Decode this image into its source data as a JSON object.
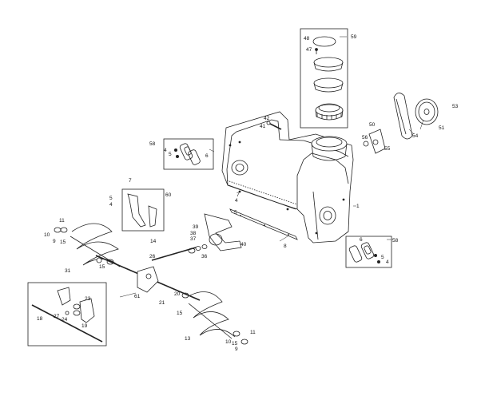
{
  "diagram": {
    "part_labels": [
      {
        "id": "l1",
        "text": "1"
      },
      {
        "id": "l4a",
        "text": "4"
      },
      {
        "id": "l4b",
        "text": "4"
      },
      {
        "id": "l4c",
        "text": "4"
      },
      {
        "id": "l4d",
        "text": "4"
      },
      {
        "id": "l5a",
        "text": "5"
      },
      {
        "id": "l5b",
        "text": "5"
      },
      {
        "id": "l5c",
        "text": "5"
      },
      {
        "id": "l5d",
        "text": "5"
      },
      {
        "id": "l6a",
        "text": "6"
      },
      {
        "id": "l6b",
        "text": "6"
      },
      {
        "id": "l7a",
        "text": "7"
      },
      {
        "id": "l7b",
        "text": "7"
      },
      {
        "id": "l8",
        "text": "8"
      },
      {
        "id": "l9a",
        "text": "9"
      },
      {
        "id": "l9b",
        "text": "9"
      },
      {
        "id": "l10a",
        "text": "10"
      },
      {
        "id": "l10b",
        "text": "10"
      },
      {
        "id": "l11a",
        "text": "11"
      },
      {
        "id": "l11b",
        "text": "11"
      },
      {
        "id": "l13",
        "text": "13"
      },
      {
        "id": "l14",
        "text": "14"
      },
      {
        "id": "l15a",
        "text": "15"
      },
      {
        "id": "l15b",
        "text": "15"
      },
      {
        "id": "l15c",
        "text": "15"
      },
      {
        "id": "l15d",
        "text": "15"
      },
      {
        "id": "l18",
        "text": "18"
      },
      {
        "id": "l19",
        "text": "19"
      },
      {
        "id": "l20",
        "text": "20"
      },
      {
        "id": "l21",
        "text": "21"
      },
      {
        "id": "l23",
        "text": "23"
      },
      {
        "id": "l24",
        "text": "24"
      },
      {
        "id": "l26",
        "text": "26"
      },
      {
        "id": "l27",
        "text": "27"
      },
      {
        "id": "l31",
        "text": "31"
      },
      {
        "id": "l36",
        "text": "36"
      },
      {
        "id": "l37",
        "text": "37"
      },
      {
        "id": "l38",
        "text": "38"
      },
      {
        "id": "l39",
        "text": "39"
      },
      {
        "id": "l40",
        "text": "40"
      },
      {
        "id": "l41",
        "text": "41"
      },
      {
        "id": "l42",
        "text": "42"
      },
      {
        "id": "l47",
        "text": "47"
      },
      {
        "id": "l48",
        "text": "48"
      },
      {
        "id": "l50",
        "text": "50"
      },
      {
        "id": "l51",
        "text": "51"
      },
      {
        "id": "l53",
        "text": "53"
      },
      {
        "id": "l54",
        "text": "54"
      },
      {
        "id": "l55",
        "text": "55"
      },
      {
        "id": "l56",
        "text": "56"
      },
      {
        "id": "l58a",
        "text": "58"
      },
      {
        "id": "l58b",
        "text": "58"
      },
      {
        "id": "l59",
        "text": "59"
      },
      {
        "id": "l60",
        "text": "60"
      },
      {
        "id": "l61",
        "text": "61"
      }
    ]
  }
}
